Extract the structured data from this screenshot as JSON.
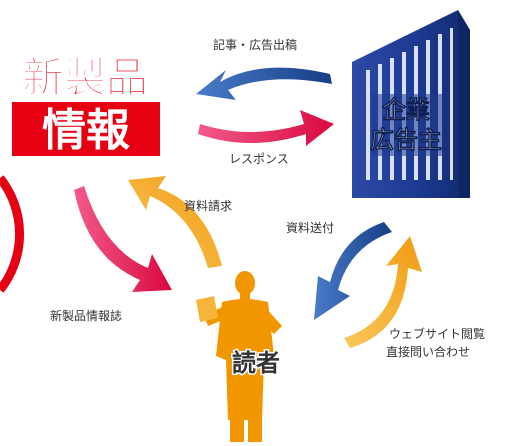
{
  "diagram": {
    "new_product": {
      "line1": "新製品",
      "line2": "情報"
    },
    "company": {
      "line1": "企業",
      "line2": "広告主"
    },
    "reader": {
      "label": "読者"
    },
    "flows": {
      "article_ad": "記事・広告出稿",
      "response": "レスポンス",
      "doc_request": "資料請求",
      "doc_send": "資料送付",
      "magazine": "新製品情報誌",
      "web_line1": "ウェブサイト閲覧",
      "web_line2": "直接問い合わせ"
    }
  },
  "colors": {
    "brand_red": "#e60012",
    "building_blue": "#1f3a8f",
    "arrow_blue": "#1e4d9c",
    "arrow_pink": "#e8174f",
    "arrow_orange": "#f5a51c",
    "reader_orange": "#f29600"
  }
}
